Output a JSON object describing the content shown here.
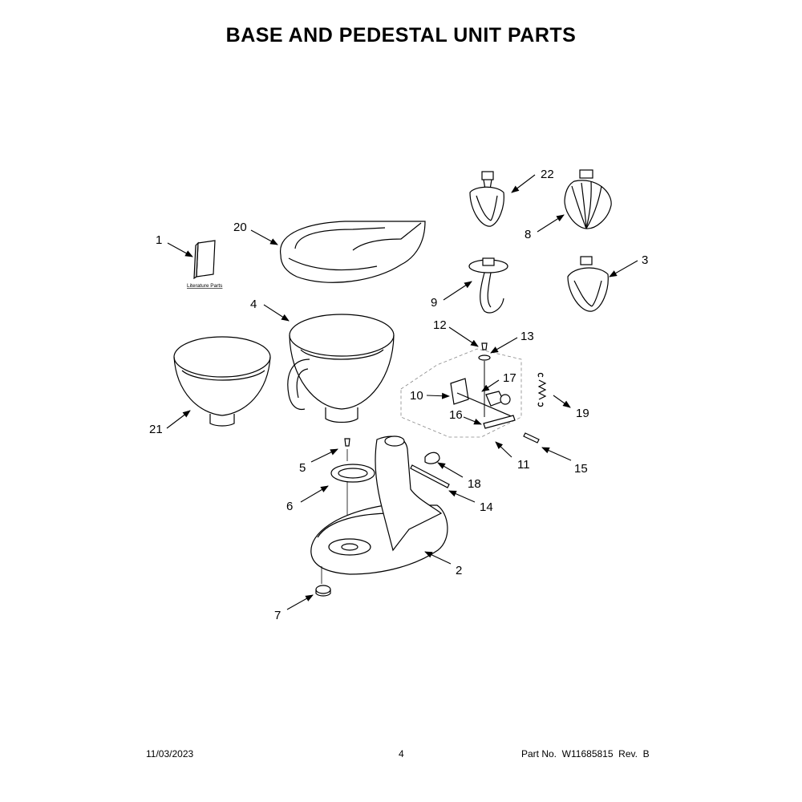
{
  "title": "BASE AND PEDESTAL UNIT PARTS",
  "literature_label": "Literature Parts",
  "callouts": {
    "c1": "1",
    "c2": "2",
    "c3": "3",
    "c4": "4",
    "c5": "5",
    "c6": "6",
    "c7": "7",
    "c8": "8",
    "c9": "9",
    "c10": "10",
    "c11": "11",
    "c12": "12",
    "c13": "13",
    "c14": "14",
    "c15": "15",
    "c16": "16",
    "c17": "17",
    "c18": "18",
    "c19": "19",
    "c20": "20",
    "c21": "21",
    "c22": "22"
  },
  "footer": {
    "date": "11/03/2023",
    "page": "4",
    "part_number": "Part No.  W11685815  Rev.  B"
  }
}
